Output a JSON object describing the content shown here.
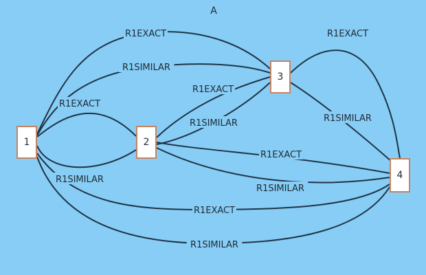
{
  "title": "A",
  "colors": {
    "background": "#87cdf5",
    "edge": "#1f3346",
    "node_fill": "#ffffff",
    "node_border": "#c9835e",
    "text": "#1f2a36"
  },
  "nodes": [
    {
      "id": "1",
      "label": "1"
    },
    {
      "id": "2",
      "label": "2"
    },
    {
      "id": "3",
      "label": "3"
    },
    {
      "id": "4",
      "label": "4"
    }
  ],
  "edges": [
    {
      "from": "1",
      "to": "3",
      "label": "R1EXACT"
    },
    {
      "from": "1",
      "to": "3",
      "label": "R1SIMILAR"
    },
    {
      "from": "1",
      "to": "2",
      "label": "R1EXACT"
    },
    {
      "from": "1",
      "to": "2",
      "label": "R1SIMILAR"
    },
    {
      "from": "2",
      "to": "3",
      "label": "R1EXACT"
    },
    {
      "from": "2",
      "to": "3",
      "label": "R1SIMILAR"
    },
    {
      "from": "3",
      "to": "4",
      "label": "R1EXACT"
    },
    {
      "from": "3",
      "to": "4",
      "label": "R1SIMILAR"
    },
    {
      "from": "2",
      "to": "4",
      "label": "R1EXACT"
    },
    {
      "from": "2",
      "to": "4",
      "label": "R1SIMILAR"
    },
    {
      "from": "1",
      "to": "4",
      "label": "R1EXACT"
    },
    {
      "from": "1",
      "to": "4",
      "label": "R1SIMILAR"
    }
  ]
}
